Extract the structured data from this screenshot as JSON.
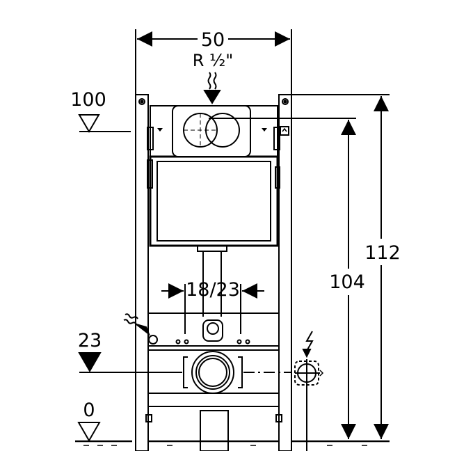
{
  "dimensions": {
    "frame_width": "50",
    "supply_thread": "R ½\"",
    "cistern_top_level": "100",
    "frame_height": "112",
    "cistern_height": "104",
    "flush_pipe_spacing": "18/23",
    "outlet_level": "23",
    "floor_level": "0"
  },
  "colors": {
    "line": "#000000",
    "background": "#ffffff"
  },
  "icons": {
    "water_inlet": "wavy-arrow-down-icon",
    "electrical": "lightning-bolt-icon",
    "drain_vent": "wavy-arrow-diagonal-icon"
  }
}
